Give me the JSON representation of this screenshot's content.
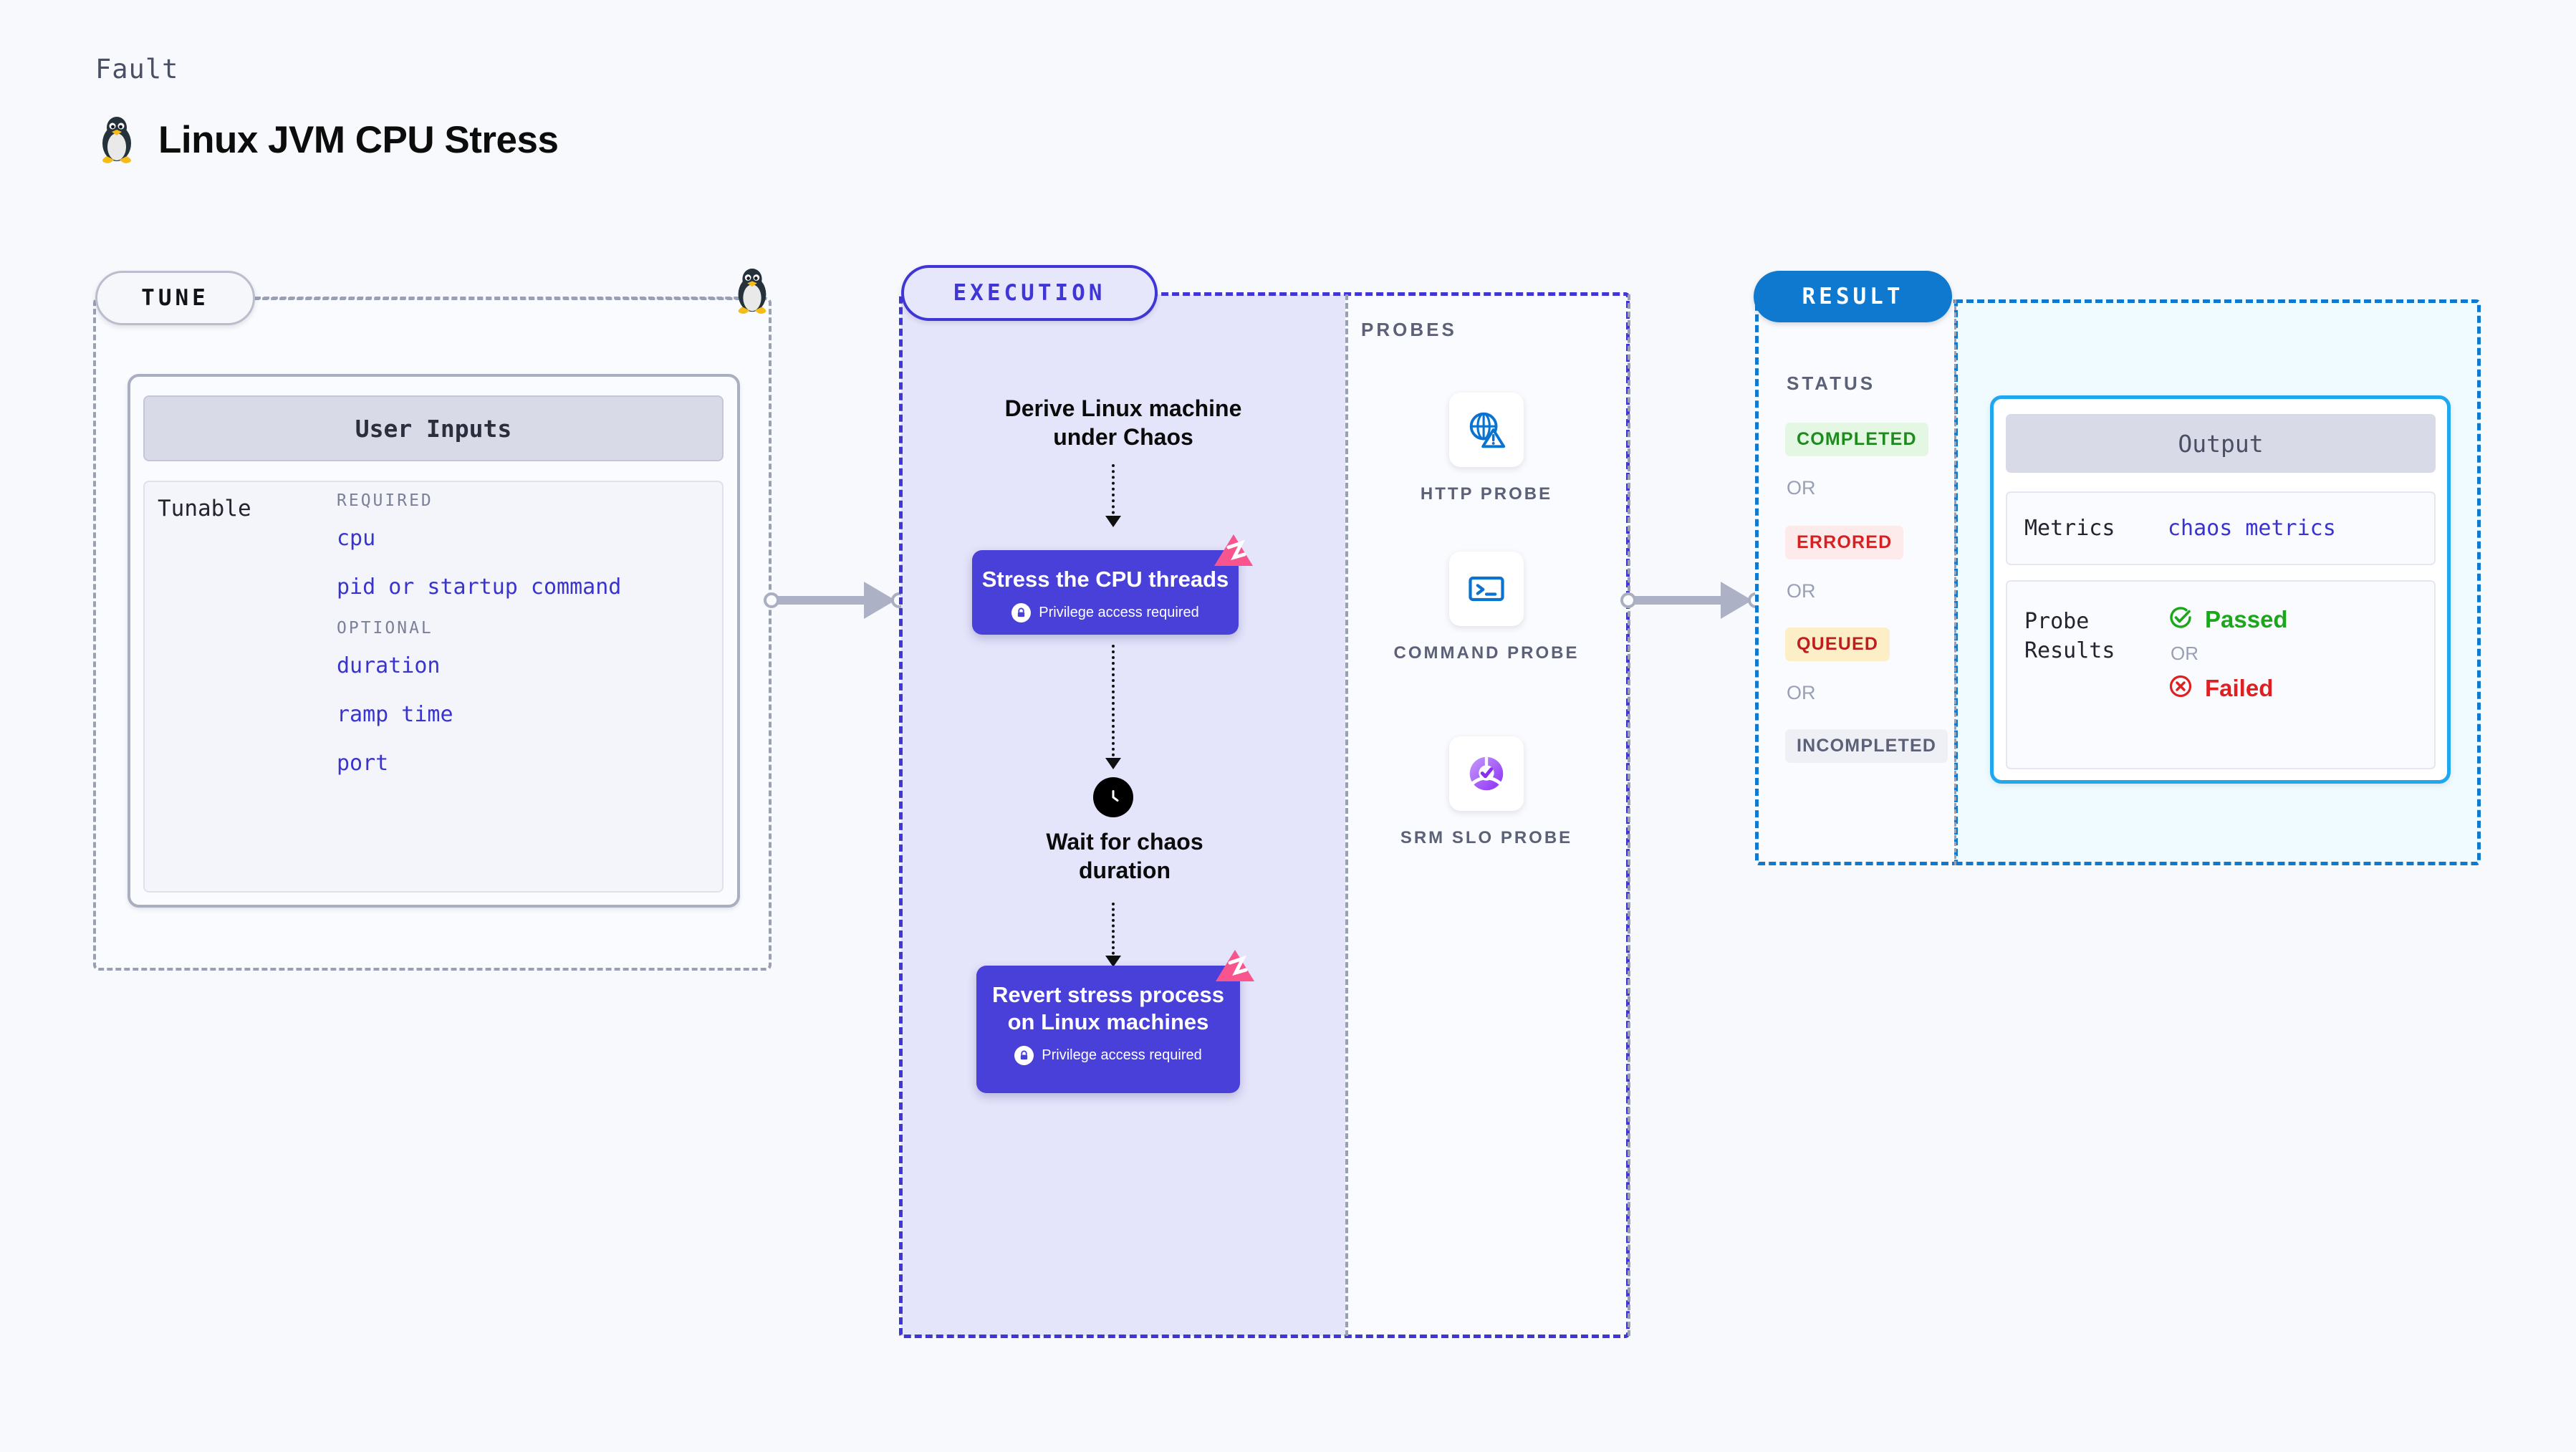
{
  "header": {
    "eyebrow": "Fault",
    "title": "Linux JVM CPU Stress",
    "icon": "linux-penguin-icon"
  },
  "tune": {
    "pill_label": "TUNE",
    "card_title": "User Inputs",
    "tunable_label": "Tunable",
    "groups": [
      {
        "heading": "REQUIRED",
        "params": [
          "cpu",
          "pid or startup command"
        ]
      },
      {
        "heading": "OPTIONAL",
        "params": [
          "duration",
          "ramp time",
          "port"
        ]
      }
    ]
  },
  "execution": {
    "pill_label": "EXECUTION",
    "steps": [
      {
        "type": "text",
        "label": "Derive Linux machine under Chaos"
      },
      {
        "type": "box",
        "label": "Stress the CPU threads",
        "privilege": "Privilege access required"
      },
      {
        "type": "clock",
        "label": "Wait for chaos duration"
      },
      {
        "type": "box",
        "label": "Revert stress process on Linux machines",
        "privilege": "Privilege access required"
      }
    ]
  },
  "probes": {
    "section_label": "PROBES",
    "items": [
      {
        "name": "HTTP PROBE",
        "icon": "globe-warning-icon"
      },
      {
        "name": "COMMAND PROBE",
        "icon": "terminal-icon"
      },
      {
        "name": "SRM SLO PROBE",
        "icon": "slo-check-icon"
      }
    ]
  },
  "result": {
    "pill_label": "RESULT",
    "status_label": "STATUS",
    "or_label": "OR",
    "statuses": [
      {
        "label": "COMPLETED",
        "bg": "#e3f7e3",
        "fg": "#1f8b1f"
      },
      {
        "label": "ERRORED",
        "bg": "#fdeaea",
        "fg": "#d42222"
      },
      {
        "label": "QUEUED",
        "bg": "#fcefc7",
        "fg": "#c01d1d"
      },
      {
        "label": "INCOMPLETED",
        "bg": "#eef0f6",
        "fg": "#5c6178"
      }
    ]
  },
  "output": {
    "card_title": "Output",
    "metrics_key": "Metrics",
    "metrics_value": "chaos metrics",
    "probe_results_key": "Probe Results",
    "or_label": "OR",
    "passed_label": "Passed",
    "failed_label": "Failed",
    "passed_color": "#1aa81a",
    "failed_color": "#e02020"
  },
  "colors": {
    "accent_purple": "#4840d8",
    "accent_blue": "#0e79ce",
    "accent_cyan": "#1fa8ef",
    "param_blue": "#3a34cf",
    "pink": "#f8558e"
  }
}
